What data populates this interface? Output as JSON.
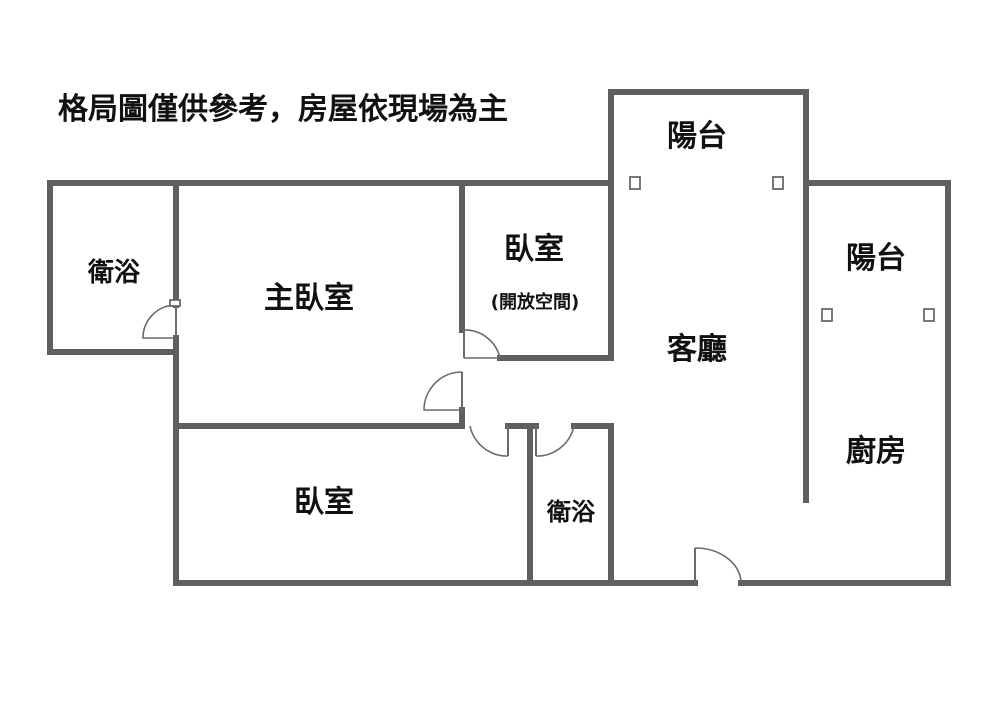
{
  "title": "格局圖僅供參考，房屋依現場為主",
  "rooms": {
    "balcony_top": "陽台",
    "balcony_right": "陽台",
    "bath_left": "衛浴",
    "master_bedroom": "主臥室",
    "bedroom_open": "臥室",
    "bedroom_open_note": "(開放空間)",
    "living_room": "客廳",
    "kitchen": "廚房",
    "bedroom_bottom": "臥室",
    "bath_center": "衛浴"
  }
}
